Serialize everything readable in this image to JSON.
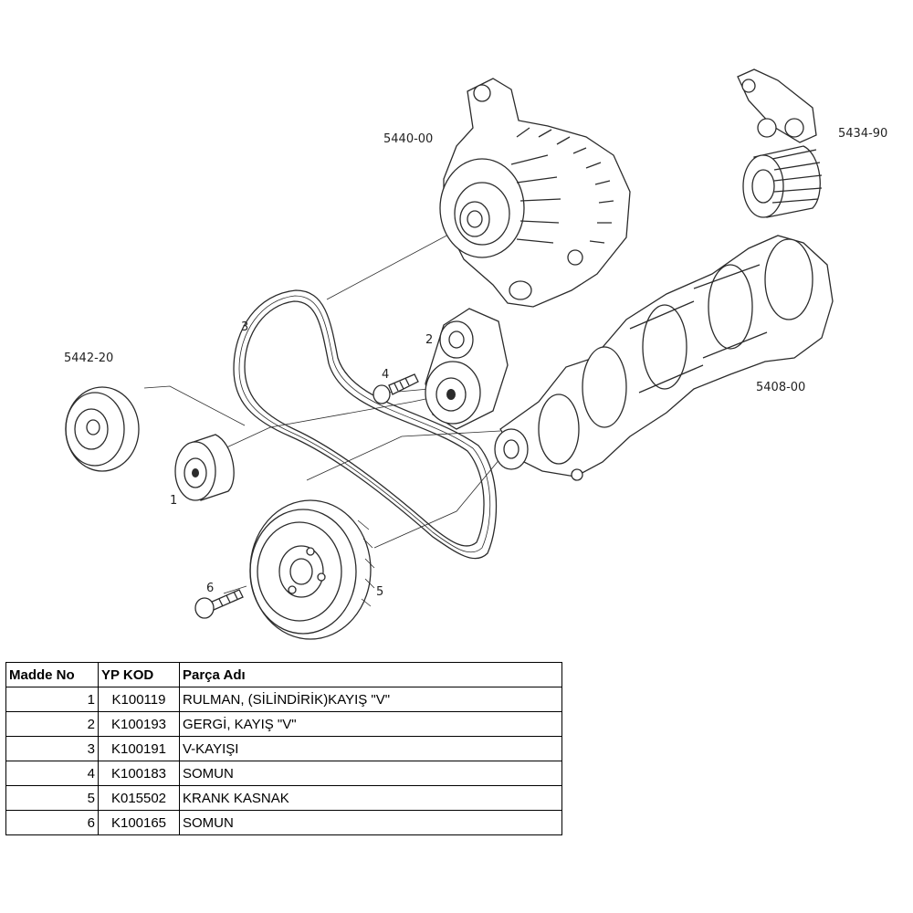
{
  "callouts": {
    "alternator": "5440-00",
    "idler_assembly": "5434-90",
    "pulley_left": "5442-20",
    "crankshaft": "5408-00",
    "n1": "1",
    "n2": "2",
    "n3": "3",
    "n4": "4",
    "n5": "5",
    "n6": "6"
  },
  "table": {
    "headers": [
      "Madde No",
      "YP KOD",
      "Parça Adı"
    ],
    "rows": [
      {
        "no": "1",
        "code": "K100119",
        "name": "RULMAN, (SİLİNDİRİK)KAYIŞ \"V\""
      },
      {
        "no": "2",
        "code": "K100193",
        "name": "GERGİ, KAYIŞ \"V\""
      },
      {
        "no": "3",
        "code": "K100191",
        "name": "V-KAYIŞI"
      },
      {
        "no": "4",
        "code": "K100183",
        "name": "SOMUN"
      },
      {
        "no": "5",
        "code": "K015502",
        "name": "KRANK KASNAK"
      },
      {
        "no": "6",
        "code": "K100165",
        "name": "SOMUN"
      }
    ]
  }
}
